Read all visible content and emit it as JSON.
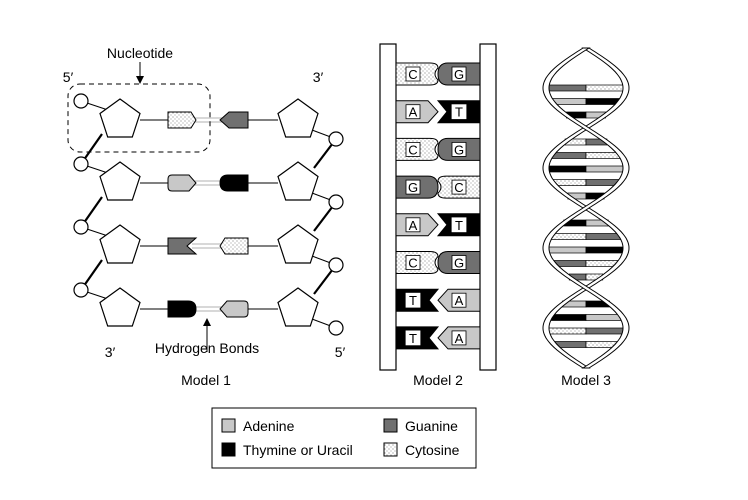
{
  "labels": {
    "nucleotide": "Nucleotide",
    "five_prime_top": "5′",
    "three_prime_top": "3′",
    "three_prime_bottom": "3′",
    "five_prime_bottom": "5′",
    "hydrogen_bonds": "Hydrogen Bonds"
  },
  "models": [
    {
      "title": "Model 1"
    },
    {
      "title": "Model 2"
    },
    {
      "title": "Model 3"
    }
  ],
  "model1": {
    "pairs": [
      {
        "left": "cytosine",
        "right": "guanine"
      },
      {
        "left": "adenine",
        "right": "thymine"
      },
      {
        "left": "guanine",
        "right": "cytosine"
      },
      {
        "left": "thymine",
        "right": "adenine"
      }
    ]
  },
  "model2": {
    "rungs": [
      {
        "left": "C",
        "right": "G",
        "left_base": "cytosine",
        "right_base": "guanine"
      },
      {
        "left": "A",
        "right": "T",
        "left_base": "adenine",
        "right_base": "thymine"
      },
      {
        "left": "C",
        "right": "G",
        "left_base": "cytosine",
        "right_base": "guanine"
      },
      {
        "left": "G",
        "right": "C",
        "left_base": "guanine",
        "right_base": "cytosine"
      },
      {
        "left": "A",
        "right": "T",
        "left_base": "adenine",
        "right_base": "thymine"
      },
      {
        "left": "C",
        "right": "G",
        "left_base": "cytosine",
        "right_base": "guanine"
      },
      {
        "left": "T",
        "right": "A",
        "left_base": "thymine",
        "right_base": "adenine"
      },
      {
        "left": "T",
        "right": "A",
        "left_base": "thymine",
        "right_base": "adenine"
      }
    ]
  },
  "legend": {
    "items": [
      {
        "label": "Adenine",
        "base": "adenine"
      },
      {
        "label": "Guanine",
        "base": "guanine"
      },
      {
        "label": "Thymine or Uracil",
        "base": "thymine"
      },
      {
        "label": "Cytosine",
        "base": "cytosine"
      }
    ]
  },
  "colors": {
    "adenine": "#c8c8c8",
    "guanine": "#707070",
    "thymine": "#000000",
    "cytosine": "#ffffff",
    "stroke": "#000000"
  }
}
